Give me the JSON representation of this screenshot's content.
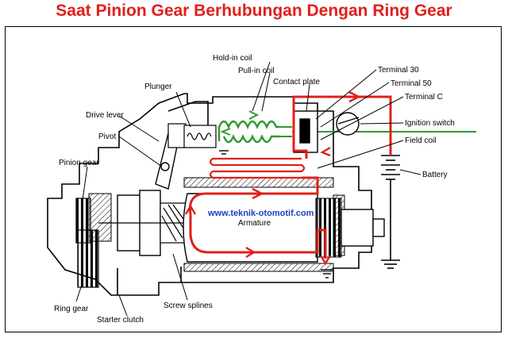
{
  "title": "Saat Pinion Gear Berhubungan Dengan Ring Gear",
  "watermark": "www.teknik-otomotif.com",
  "labels": {
    "hold_in_coil": "Hold-in coil",
    "pull_in_coil": "Pull-in coil",
    "plunger": "Plunger",
    "contact_plate": "Contact plate",
    "terminal_30": "Terminal 30",
    "terminal_50": "Terminal 50",
    "terminal_c": "Terminal C",
    "drive_lever": "Drive lever",
    "pivot": "Pivot",
    "ignition_switch": "Ignition switch",
    "field_coil": "Field coil",
    "pinion_gear": "Pinion gear",
    "battery": "Battery",
    "armature": "Armature",
    "ring_gear": "Ring gear",
    "screw_splines": "Screw splines",
    "starter_clutch": "Starter clutch"
  },
  "colors": {
    "title": "#e0201c",
    "current_path": "#e0201c",
    "coil_current": "#2e9a2e",
    "watermark": "#1f3fbf",
    "lines": "#000000"
  }
}
